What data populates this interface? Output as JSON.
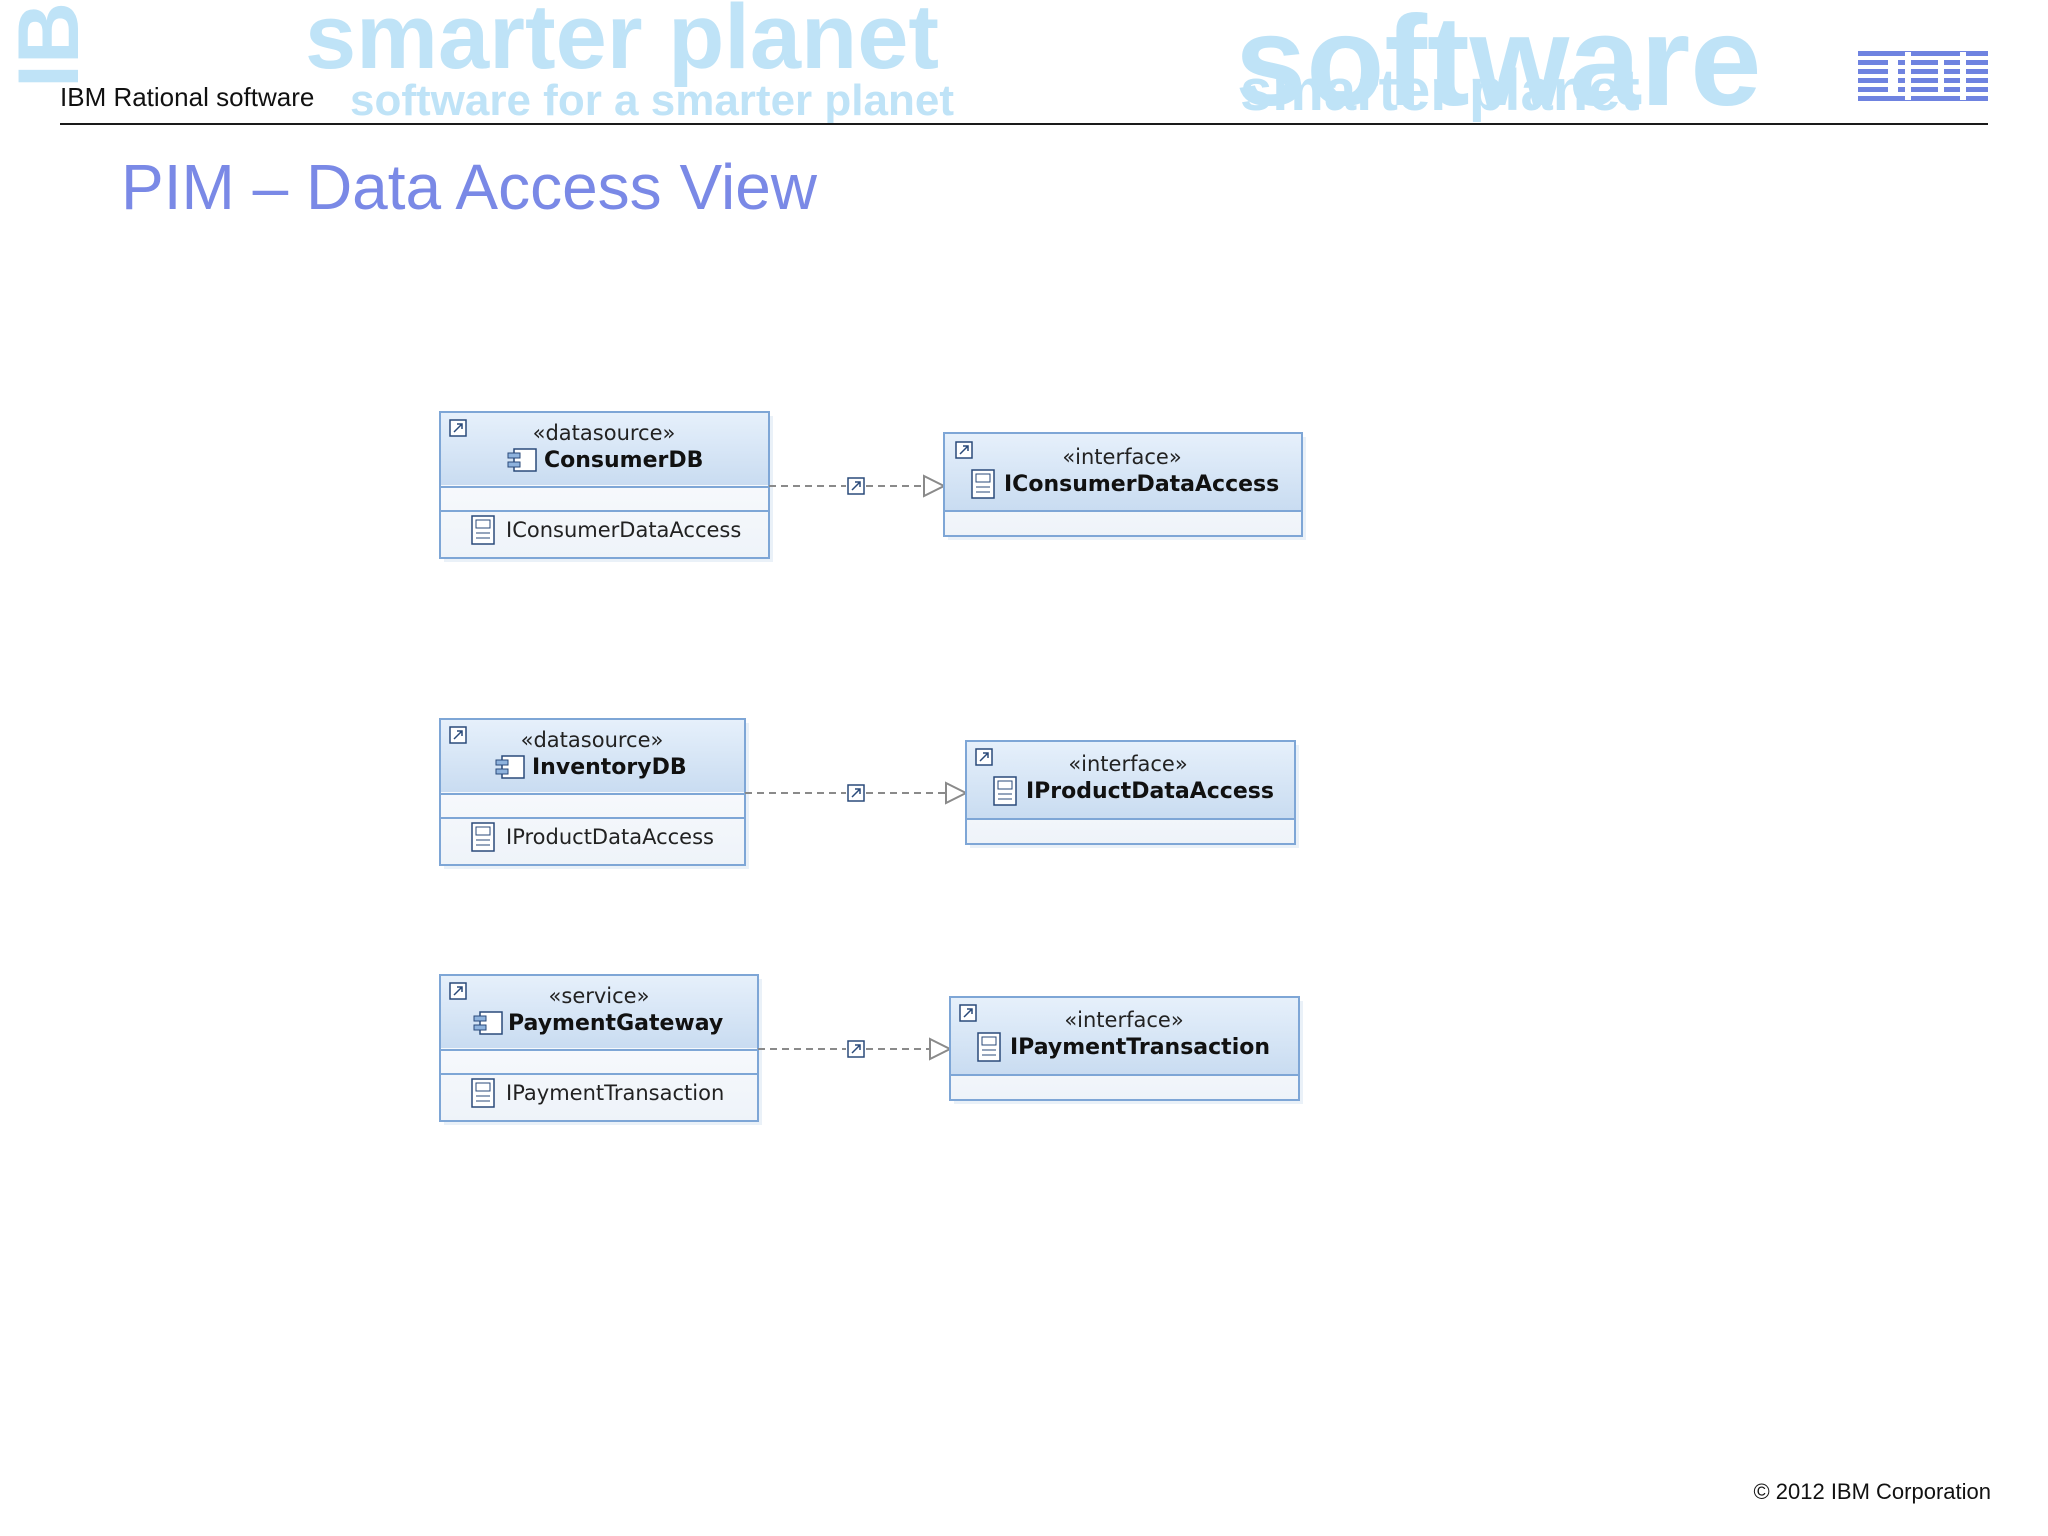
{
  "header": {
    "title": "IBM Rational software",
    "banner_words": [
      "smarter planet",
      "software for a smarter planet",
      "software",
      "smarter planet",
      "IBM"
    ],
    "logo_text": "IBM"
  },
  "slide": {
    "title": "PIM – Data Access View"
  },
  "footer": {
    "copyright": "© 2012 IBM Corporation"
  },
  "diagram": {
    "rows": [
      {
        "source": {
          "stereotype": "«datasource»",
          "name": "ConsumerDB",
          "provided_interface": "IConsumerDataAccess"
        },
        "target": {
          "stereotype": "«interface»",
          "name": "IConsumerDataAccess"
        }
      },
      {
        "source": {
          "stereotype": "«datasource»",
          "name": "InventoryDB",
          "provided_interface": "IProductDataAccess"
        },
        "target": {
          "stereotype": "«interface»",
          "name": "IProductDataAccess"
        }
      },
      {
        "source": {
          "stereotype": "«service»",
          "name": "PaymentGateway",
          "provided_interface": "IPaymentTransaction"
        },
        "target": {
          "stereotype": "«interface»",
          "name": "IPaymentTransaction"
        }
      }
    ]
  },
  "colors": {
    "title": "#7a89e6",
    "banner_text": "#bfe3f7",
    "ibm_logo": "#6f83e0",
    "box_border": "#7ea6d6",
    "box_header": "#d7e6f6",
    "connector": "#8a8a8a"
  },
  "icons": [
    "shortcut-icon",
    "component-icon",
    "interface-icon",
    "realization-arrow-icon"
  ]
}
